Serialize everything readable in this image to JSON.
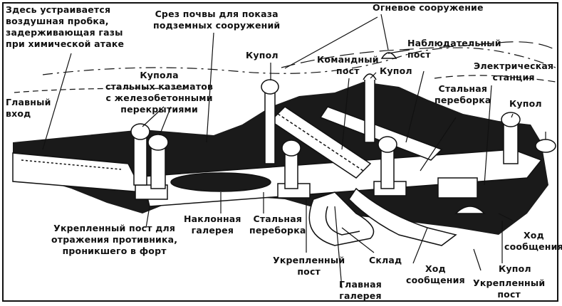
{
  "diagram": {
    "subject": "Cutaway of an underground fort",
    "colors": {
      "ink": "#111111",
      "paper": "#ffffff",
      "soil": "#1a1a1a"
    },
    "labels": {
      "air_lock": "Здесь устраивается\nвоздушная пробка,\nзадерживающая газы\nпри химической атаке",
      "soil_cut": "Срез почвы для показа\nподземных сооружений",
      "fire_structure": "Огневое сооружение",
      "observation_post": "Наблюдательный\nпост",
      "dome_left": "Купол",
      "command_post": "Командный\nпост",
      "dome_center": "Купол",
      "power_station": "Электрическая\nстанция",
      "steel_casemate_domes": "Купола\nстальных казематов\nс железобетонными\nперекрытиями",
      "main_entrance": "Главный\nвход",
      "steel_bulkhead_upper": "Стальная\nпереборка",
      "dome_right": "Купол",
      "fortified_post_left": "Укрепленный пост для\nотражения противника,\nпроникшего в форт",
      "inclined_gallery": "Наклонная\nгалерея",
      "steel_bulkhead_lower": "Стальная\nпереборка",
      "fortified_post_center": "Укрепленный\nпост",
      "warehouse": "Склад",
      "main_gallery": "Главная\nгалерея",
      "communication_passage_center": "Ход\nсообщения",
      "fortified_post_right": "Укрепленный\nпост",
      "dome_bottom_right": "Купол",
      "communication_passage_right": "Ход\nсообщения"
    }
  }
}
